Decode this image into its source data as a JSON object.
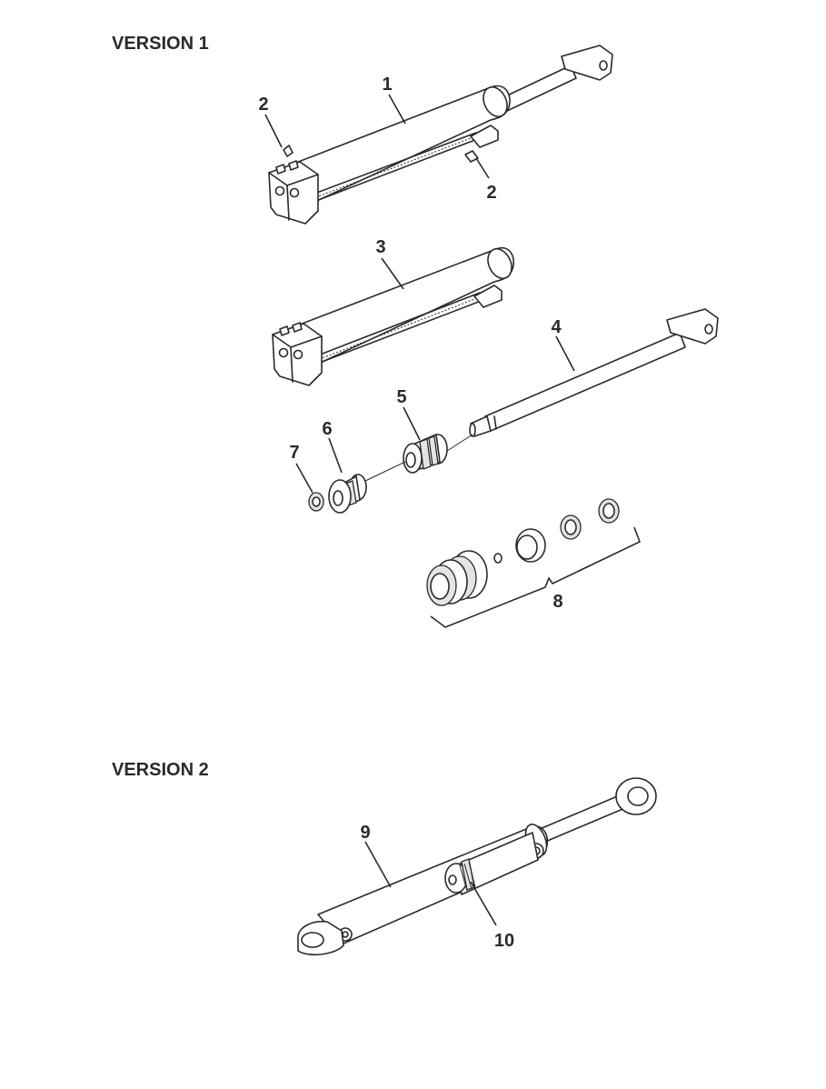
{
  "sections": [
    {
      "heading": "VERSION 1"
    },
    {
      "heading": "VERSION 2"
    }
  ],
  "callouts": {
    "c1": "1",
    "c2a": "2",
    "c2b": "2",
    "c3": "3",
    "c4": "4",
    "c5": "5",
    "c6": "6",
    "c7": "7",
    "c8": "8",
    "c9": "9",
    "c10": "10"
  },
  "colors": {
    "ink": "#2a2a2a",
    "shade": "#e4e4e4",
    "background": "#ffffff"
  }
}
